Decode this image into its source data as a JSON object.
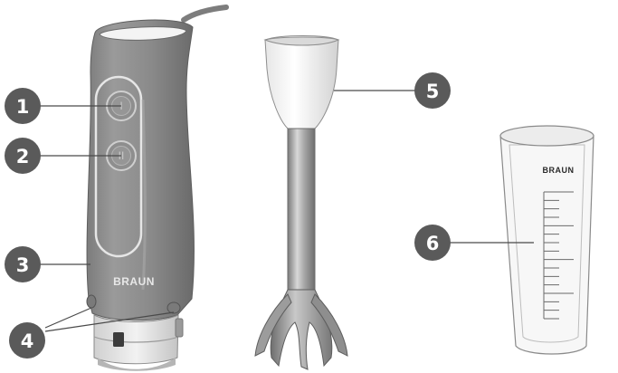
{
  "brand": "BRAUN",
  "power_buttons": [
    "I",
    "II"
  ],
  "callouts": [
    "1",
    "2",
    "3",
    "4",
    "5",
    "6"
  ],
  "colors": {
    "callout_circle": "#5a5a5a",
    "body_grey": "#8d8d8d",
    "leader_line": "#4a4a4a"
  }
}
